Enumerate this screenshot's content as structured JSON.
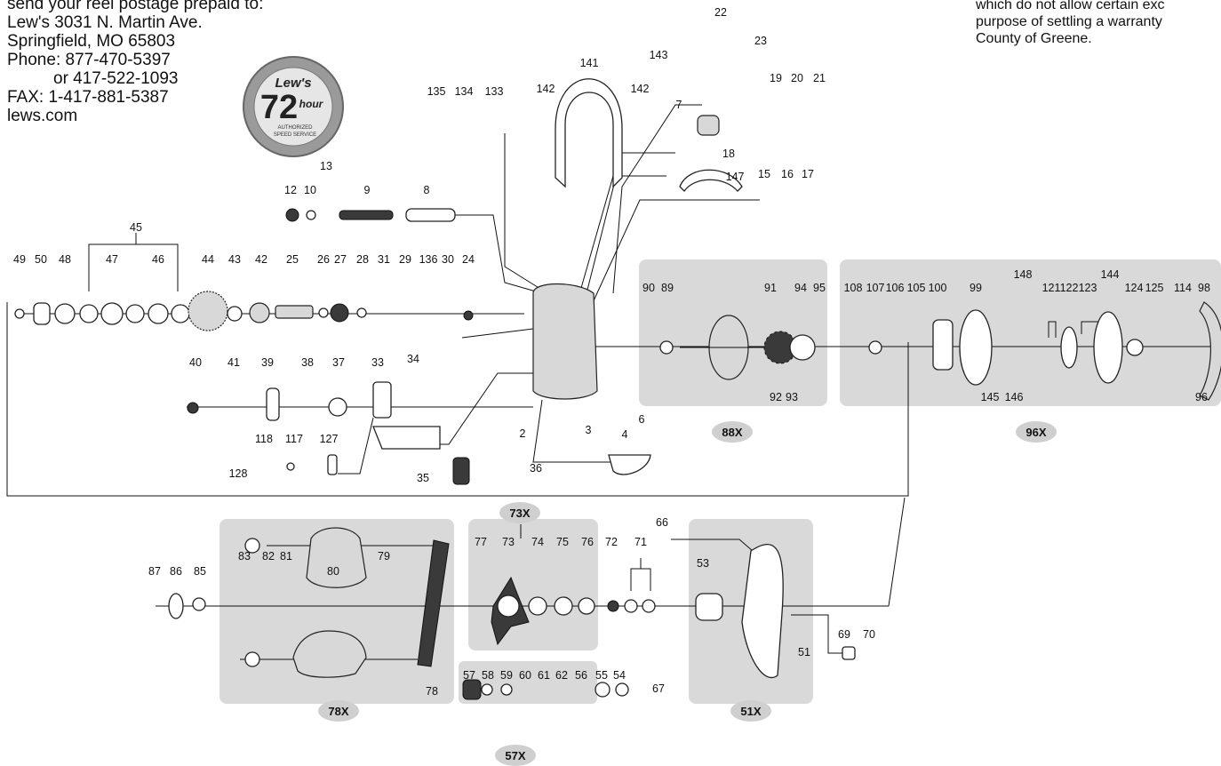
{
  "address": {
    "line1": "send your reel postage prepaid to:",
    "line2": "Lew's 3031 N. Martin Ave.",
    "line3": "Springfield, MO 65803",
    "line4": "Phone: 877-470-5397",
    "line5": "or 417-522-1093",
    "line6": "FAX: 1-417-881-5387",
    "line7": "lews.com"
  },
  "warranty_text": [
    "which do not allow certain exc",
    "purpose of settling a warranty",
    "County of Greene."
  ],
  "badge": {
    "brand": "Lew's",
    "number": "72",
    "word": "hour",
    "sub1": "AUTHORIZED",
    "sub2": "SPEED SERVICE"
  },
  "part_numbers": [
    "2",
    "3",
    "4",
    "6",
    "7",
    "8",
    "9",
    "10",
    "12",
    "13",
    "15",
    "16",
    "17",
    "18",
    "19",
    "20",
    "21",
    "22",
    "23",
    "24",
    "25",
    "26",
    "27",
    "28",
    "29",
    "30",
    "31",
    "33",
    "34",
    "35",
    "36",
    "37",
    "38",
    "39",
    "40",
    "41",
    "42",
    "43",
    "44",
    "45",
    "46",
    "47",
    "48",
    "49",
    "50",
    "51",
    "53",
    "54",
    "55",
    "56",
    "57",
    "58",
    "59",
    "60",
    "61",
    "62",
    "66",
    "67",
    "69",
    "70",
    "71",
    "72",
    "73",
    "74",
    "75",
    "76",
    "77",
    "78",
    "79",
    "80",
    "81",
    "82",
    "83",
    "85",
    "86",
    "87",
    "88",
    "89",
    "90",
    "91",
    "92",
    "93",
    "94",
    "95",
    "96",
    "98",
    "99",
    "100",
    "105",
    "106",
    "107",
    "108",
    "114",
    "117",
    "118",
    "121",
    "122",
    "123",
    "124",
    "125",
    "127",
    "128",
    "133",
    "134",
    "135",
    "136",
    "141",
    "142",
    "143",
    "144",
    "145",
    "146",
    "147",
    "148"
  ],
  "subassemblies": [
    "88X",
    "96X",
    "73X",
    "78X",
    "51X",
    "57X"
  ],
  "colors": {
    "panel": "#d9d9d9",
    "pill": "#cfcfcf",
    "ink": "#111111"
  }
}
